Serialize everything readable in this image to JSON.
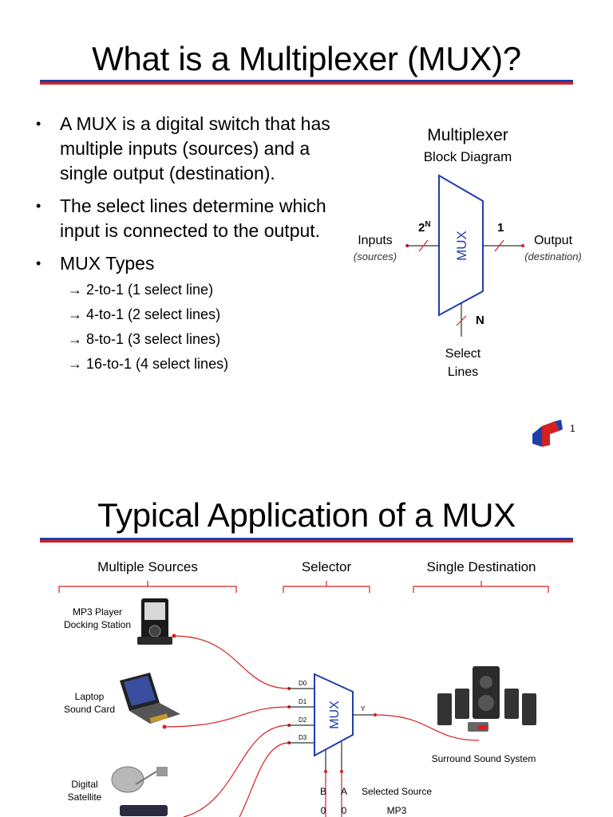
{
  "slide1": {
    "title": "What is a Multiplexer (MUX)?",
    "bullets": [
      "A MUX is a digital switch that has multiple inputs (sources) and a single output (destination).",
      "The select lines determine which input is connected to the output.",
      "MUX Types"
    ],
    "mux_types": [
      "→ 2-to-1 (1 select line)",
      "→ 4-to-1 (2 select lines)",
      "→ 8-to-1 (3 select lines)",
      "→ 16-to-1 (4 select lines)"
    ],
    "diagram": {
      "title": "Multiplexer",
      "subtitle": "Block Diagram",
      "mux_label": "MUX",
      "inputs_label": "Inputs",
      "inputs_sub": "(sources)",
      "output_label": "Output",
      "output_sub": "(destination)",
      "input_width_base": "2",
      "input_width_exp": "N",
      "output_width": "1",
      "select_width": "N",
      "select_label_1": "Select",
      "select_label_2": "Lines"
    },
    "page_number": "1"
  },
  "slide2": {
    "title": "Typical Application of a MUX",
    "headers": {
      "sources": "Multiple Sources",
      "selector": "Selector",
      "destination": "Single Destination"
    },
    "sources": [
      {
        "line1": "MP3 Player",
        "line2": "Docking Station"
      },
      {
        "line1": "Laptop",
        "line2": "Sound Card"
      },
      {
        "line1": "Digital",
        "line2": "Satellite"
      }
    ],
    "mux": {
      "label": "MUX",
      "inputs": [
        "D0",
        "D1",
        "D2",
        "D3"
      ],
      "output": "Y"
    },
    "destination_label": "Surround Sound System",
    "table": {
      "headers": [
        "B",
        "A",
        "Selected Source"
      ],
      "rows": [
        [
          "0",
          "0",
          "MP3"
        ]
      ]
    }
  },
  "colors": {
    "title_rule_blue": "#1f3ea8",
    "title_rule_red": "#d42020",
    "mux_blue": "#1f3ea8",
    "wire_red": "#d42020"
  }
}
